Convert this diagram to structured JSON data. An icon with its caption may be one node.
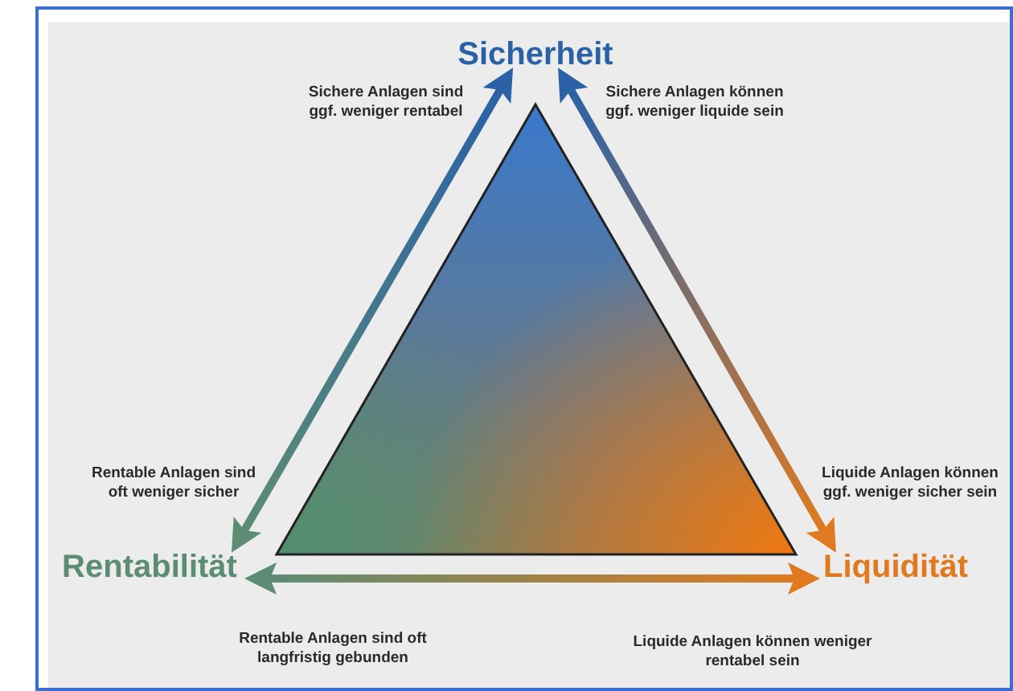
{
  "diagram": {
    "nodes": [
      {
        "text": [
          "Sicherheit"
        ]
      },
      {
        "text": [
          "Rentabilität"
        ]
      },
      {
        "text": [
          "Liquidität"
        ]
      }
    ],
    "edges": [
      {
        "from": 0,
        "to": 1,
        "arrow": "both"
      },
      {
        "from": 0,
        "to": 2,
        "arrow": "both"
      },
      {
        "from": 1,
        "to": 2,
        "arrow": "both"
      }
    ],
    "labels": [
      "Sichere Anlagen sind ggf. weniger rentabel",
      "Sichere Anlagen können ggf. weniger liquide sein",
      "Rentable Anlagen sind oft weniger sicher",
      "Liquide Anlagen können ggf. weniger sicher sein",
      "Rentable Anlagen sind oft langfristig gebunden",
      "Liquide Anlagen können weniger rentabel sein"
    ]
  }
}
